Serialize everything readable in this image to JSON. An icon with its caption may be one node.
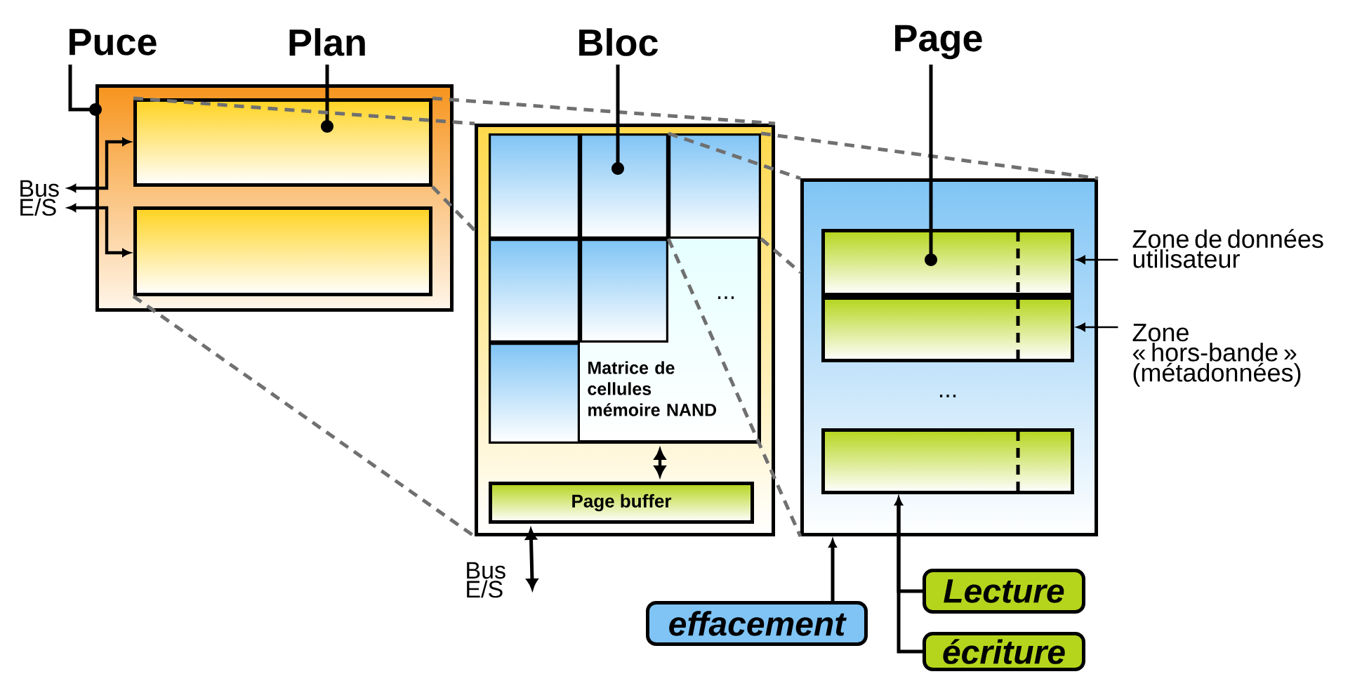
{
  "diagram": {
    "nodes": [
      {
        "text": [
          "Puce"
        ]
      },
      {
        "text": [],
        "shape": "box"
      },
      {
        "text": [],
        "shape": "box",
        "in": 1
      },
      {
        "text": [],
        "shape": "box",
        "in": 1
      },
      {
        "text": [
          "Plan"
        ]
      },
      {
        "text": [
          "Bus E/S"
        ]
      },
      {
        "text": [
          "Bloc"
        ]
      },
      {
        "text": [],
        "shape": "box"
      },
      {
        "text": [
          "Matrice de cellules mémoire NAND"
        ],
        "in": 7
      },
      {
        "text": [],
        "shape": "box",
        "in": 8
      },
      {
        "text": [],
        "shape": "box",
        "in": 8
      },
      {
        "text": [],
        "shape": "box",
        "in": 8
      },
      {
        "text": [],
        "shape": "box",
        "in": 8
      },
      {
        "text": [],
        "shape": "box",
        "in": 8
      },
      {
        "text": [],
        "shape": "box",
        "in": 8
      },
      {
        "text": [
          "Page buffer"
        ],
        "in": 7
      },
      {
        "text": [
          "Bus E/S"
        ]
      },
      {
        "text": [
          "Page"
        ]
      },
      {
        "text": [],
        "shape": "box"
      },
      {
        "text": [],
        "shape": "box",
        "in": 18
      },
      {
        "text": [],
        "shape": "box",
        "in": 18
      },
      {
        "text": [],
        "shape": "box",
        "in": 18
      },
      {
        "text": [
          "Zone de données utilisateur"
        ]
      },
      {
        "text": [
          "Zone « hors-bande » (métadonnées)"
        ]
      },
      {
        "text": [
          "effacement"
        ]
      },
      {
        "text": [
          "Lecture"
        ]
      },
      {
        "text": [
          "écriture"
        ]
      }
    ],
    "edges": [
      {
        "from": 0,
        "to": 1,
        "arrow": "other"
      },
      {
        "from": 4,
        "to": 2,
        "arrow": "other"
      },
      {
        "from": 5,
        "to": 2,
        "arrow": "both"
      },
      {
        "from": 5,
        "to": 3,
        "arrow": "both"
      },
      {
        "from": 2,
        "to": 7,
        "arrow": "none",
        "style": "dashed",
        "color": "#707070"
      },
      {
        "from": 2,
        "to": 7,
        "arrow": "none",
        "style": "dashed",
        "color": "#707070"
      },
      {
        "from": 3,
        "to": 7,
        "arrow": "none",
        "style": "dashed",
        "color": "#707070"
      },
      {
        "from": 2,
        "to": 7,
        "arrow": "none",
        "style": "dashed",
        "color": "#707070"
      },
      {
        "from": 6,
        "to": 10,
        "arrow": "other"
      },
      {
        "from": 8,
        "to": 15,
        "arrow": "both"
      },
      {
        "from": 16,
        "to": 15,
        "arrow": "both"
      },
      {
        "from": 11,
        "to": 18,
        "arrow": "none",
        "style": "dashed",
        "color": "#707070"
      },
      {
        "from": 11,
        "to": 18,
        "arrow": "none",
        "style": "dashed",
        "color": "#707070"
      },
      {
        "from": 11,
        "to": 18,
        "arrow": "none",
        "style": "dashed",
        "color": "#707070"
      },
      {
        "from": 11,
        "to": 18,
        "arrow": "none",
        "style": "dashed",
        "color": "#707070"
      },
      {
        "from": 17,
        "to": 19,
        "arrow": "other"
      },
      {
        "from": 22,
        "to": 19,
        "arrow": "to"
      },
      {
        "from": 23,
        "to": 20,
        "arrow": "to"
      },
      {
        "from": 24,
        "to": 18,
        "arrow": "to"
      },
      {
        "from": 25,
        "to": 21,
        "arrow": "to"
      },
      {
        "from": 26,
        "to": 21,
        "arrow": "to"
      }
    ],
    "labels": [
      "...",
      "..."
    ]
  }
}
